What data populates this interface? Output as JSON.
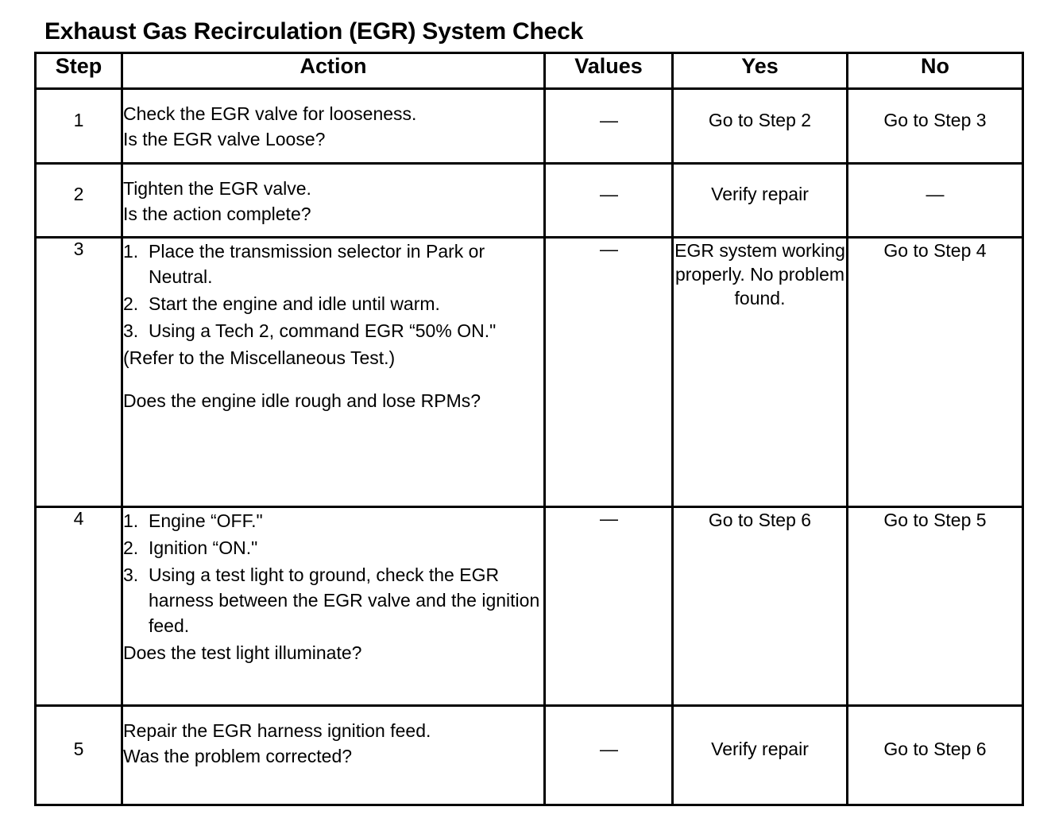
{
  "document": {
    "title": "Exhaust Gas Recirculation (EGR) System Check"
  },
  "table": {
    "columns": [
      {
        "key": "step",
        "label": "Step"
      },
      {
        "key": "action",
        "label": "Action"
      },
      {
        "key": "values",
        "label": "Values"
      },
      {
        "key": "yes",
        "label": "Yes"
      },
      {
        "key": "no",
        "label": "No"
      }
    ],
    "dash": "—",
    "rows": [
      {
        "step": "1",
        "action_lines": [
          "Check the EGR valve for looseness.",
          "Is the EGR valve Loose?"
        ],
        "values": "—",
        "yes": "Go to Step 2",
        "no": "Go to Step 3"
      },
      {
        "step": "2",
        "action_lines": [
          "Tighten the EGR valve.",
          "Is the action complete?"
        ],
        "values": "—",
        "yes": "Verify repair",
        "no": "—"
      },
      {
        "step": "3",
        "action_items": [
          {
            "num": "1.",
            "text": "Place the transmission selector in Park or Neutral."
          },
          {
            "num": "2.",
            "text": "Start the engine and idle until warm."
          },
          {
            "num": "3.",
            "text": "Using a Tech 2, command EGR “50% ON.\""
          }
        ],
        "action_note": "(Refer to the Miscellaneous Test.)",
        "action_question": "Does the engine idle rough and lose RPMs?",
        "values": "—",
        "yes": "EGR system working properly. No problem found.",
        "no": "Go to Step 4"
      },
      {
        "step": "4",
        "action_items": [
          {
            "num": "1.",
            "text": "Engine “OFF.\""
          },
          {
            "num": "2.",
            "text": "Ignition “ON.\""
          },
          {
            "num": "3.",
            "text": "Using a test light to ground, check the EGR harness between the EGR valve and the ignition feed."
          }
        ],
        "action_question": "Does the test light illuminate?",
        "values": "—",
        "yes": "Go to Step 6",
        "no": "Go to Step 5"
      },
      {
        "step": "5",
        "action_lines": [
          "Repair the EGR harness ignition feed.",
          "Was the problem corrected?"
        ],
        "values": "—",
        "yes": "Verify repair",
        "no": "Go to Step 6"
      }
    ]
  }
}
